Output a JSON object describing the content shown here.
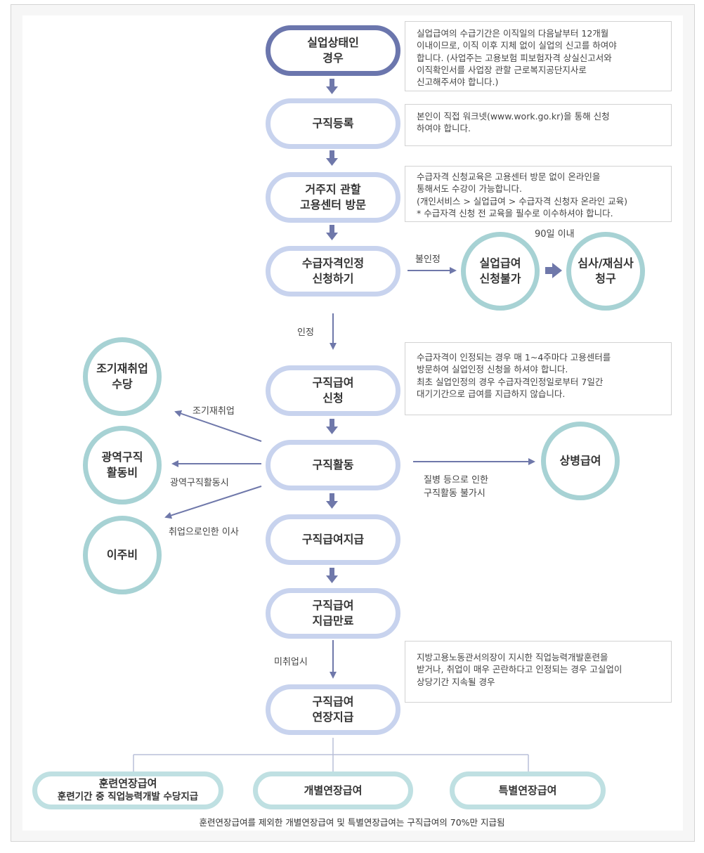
{
  "flow": {
    "unemployed": [
      "실업상태인",
      "경우"
    ],
    "job_register": [
      "구직등록"
    ],
    "visit_center": [
      "거주지 관할",
      "고용센터 방문"
    ],
    "apply_eligibility": [
      "수급자격인정",
      "신청하기"
    ],
    "apply_benefit": [
      "구직급여",
      "신청"
    ],
    "job_search": [
      "구직활동"
    ],
    "benefit_payment": [
      "구직급여지급"
    ],
    "payment_end": [
      "구직급여",
      "지급만료"
    ],
    "extension": [
      "구직급여",
      "연장지급"
    ]
  },
  "side": {
    "not_eligible": [
      "실업급여",
      "신청불가"
    ],
    "review": [
      "심사/재심사",
      "청구"
    ],
    "early_reemployment": [
      "조기재취업",
      "수당"
    ],
    "wide_area": [
      "광역구직",
      "활동비"
    ],
    "relocation": [
      "이주비"
    ],
    "sickness": [
      "상병급여"
    ]
  },
  "labels": {
    "rejected": "불인정",
    "within_90": "90일 이내",
    "approved": "인정",
    "early_reemployment": "조기재취업",
    "wide_area_search": "광역구직활동시",
    "move_for_job": "취업으로인한 이사",
    "sickness_line1": "질병 등으로 인한",
    "sickness_line2": "구직활동 불가시",
    "unemployed_at_end": "미취업시"
  },
  "notes": {
    "n1": [
      "실업급여의 수급기간은 이직일의 다음날부터 12개월",
      "이내이므로, 이직 이후 지체 없이 실업의 신고를 하여야",
      "합니다. (사업주는 고용보험 피보험자격 상실신고서와",
      "이직확인서를 사업장 관할 근로복지공단지사로",
      "신고해주셔야 합니다.)"
    ],
    "n2": [
      "본인이 직접 워크넷(www.work.go.kr)을 통해 신청",
      "하여야 합니다."
    ],
    "n3": [
      "수급자격 신청교육은 고용센터 방문 없이 온라인을",
      "통해서도 수강이 가능합니다.",
      "(개인서비스 > 실업급여 > 수급자격 신청자 온라인 교육)",
      "* 수급자격 신청 전 교육을 필수로 이수하셔야 합니다."
    ],
    "n4": [
      "수급자격이 인정되는 경우 매 1~4주마다 고용센터를",
      "방문하여 실업인정 신청을 하셔야 합니다.",
      "최초 실업인정의 경우 수급자격인정일로부터 7일간",
      "대기기간으로 급여를 지급하지 않습니다."
    ],
    "n5": [
      "지방고용노동관서의장이 지시한 직업능력개발훈련을",
      "받거나, 취업이 매우 곤란하다고 인정되는 경우 고실업이",
      "상당기간 지속될 경우"
    ]
  },
  "extensions": {
    "training": [
      "훈련연장급여",
      "훈련기간 중 직업능력개발 수당지급"
    ],
    "individual": [
      "개별연장급여"
    ],
    "special": [
      "특별연장급여"
    ],
    "caption": "훈련연장급여를 제외한 개별연장급여 및 특별연장급여는 구직급여의 70%만 지급됨"
  },
  "colors": {
    "dark_border": "#6b76ad",
    "light_border": "#c8d3ee",
    "teal_border": "#a7d2d4",
    "arrow": "#6f78aa"
  }
}
